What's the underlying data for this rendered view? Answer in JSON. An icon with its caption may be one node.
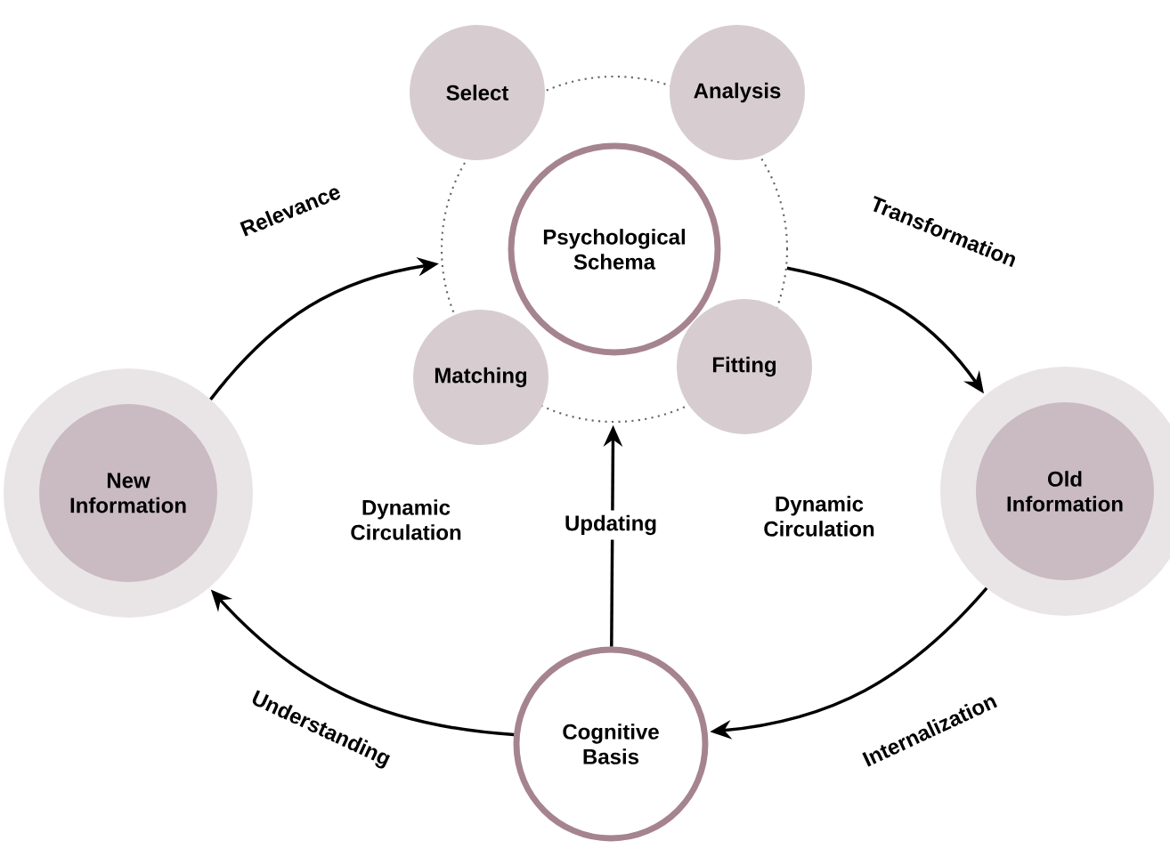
{
  "diagram": {
    "nodes": [
      {
        "text": [],
        "shape": "circle"
      },
      {
        "text": [
          "Select"
        ]
      },
      {
        "text": [
          "Analysis"
        ]
      },
      {
        "text": [
          "Psychological Schema"
        ],
        "in": 0
      },
      {
        "text": [
          "Matching"
        ]
      },
      {
        "text": [
          "Fitting"
        ]
      },
      {
        "text": [
          "New Information"
        ]
      },
      {
        "text": [
          "Old Information"
        ]
      },
      {
        "text": [
          "Cognitive Basis"
        ]
      }
    ],
    "edges": [
      {
        "from": 6,
        "to": 0,
        "arrow": "to",
        "label": "Relevance"
      },
      {
        "from": 0,
        "to": 7,
        "arrow": "to",
        "label": "Transformation"
      },
      {
        "from": 7,
        "to": 8,
        "arrow": "to",
        "label": "Internalization"
      },
      {
        "from": 8,
        "to": 6,
        "arrow": "to",
        "label": "Understanding"
      },
      {
        "from": 8,
        "to": 0,
        "arrow": "to",
        "label": "Updating"
      }
    ],
    "labels": [
      "Dynamic Circulation",
      "Dynamic Circulation"
    ]
  }
}
